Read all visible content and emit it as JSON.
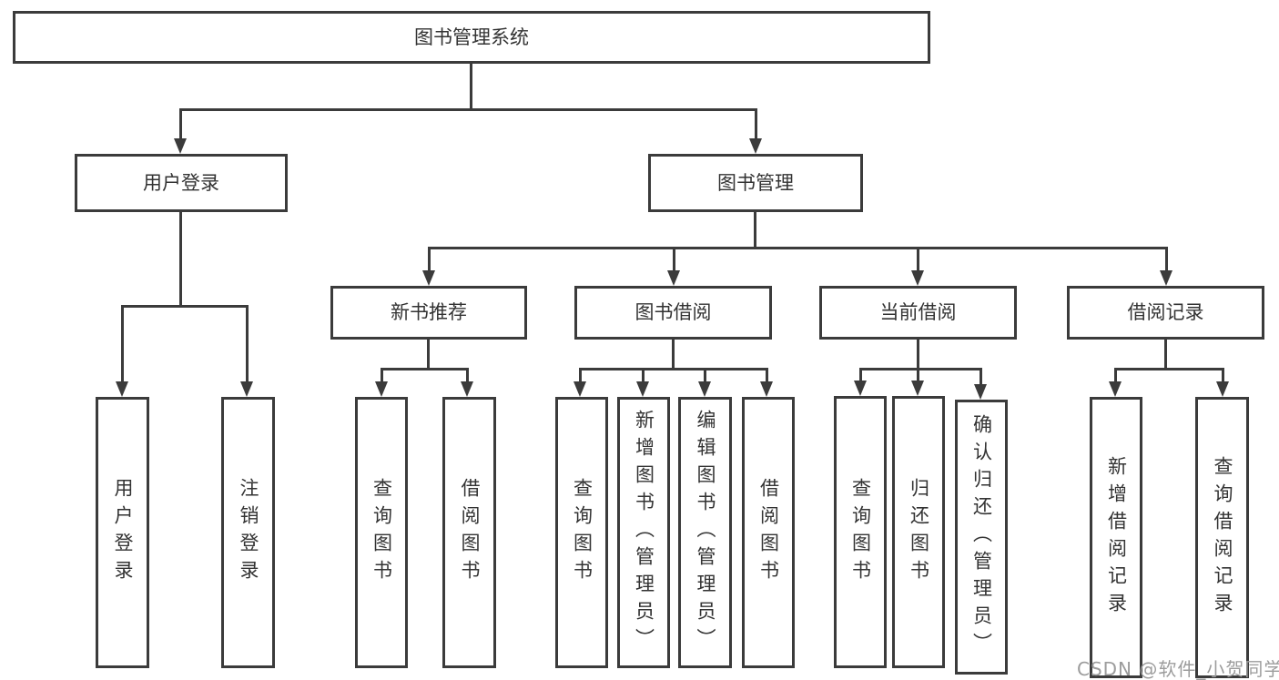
{
  "diagram_title": "图书管理系统",
  "tree": {
    "root": "图书管理系统",
    "branches": [
      {
        "label": "用户登录",
        "leaves": [
          "用户登录",
          "注销登录"
        ]
      },
      {
        "label": "图书管理",
        "groups": [
          {
            "label": "新书推荐",
            "leaves": [
              "查询图书",
              "借阅图书"
            ]
          },
          {
            "label": "图书借阅",
            "leaves": [
              "查询图书",
              "新增图书（管理员）",
              "编辑图书（管理员）",
              "借阅图书"
            ]
          },
          {
            "label": "当前借阅",
            "leaves": [
              "查询图书",
              "归还图书",
              "确认归还（管理员）"
            ]
          },
          {
            "label": "借阅记录",
            "leaves": [
              "新增借阅记录",
              "查询借阅记录"
            ]
          }
        ]
      }
    ]
  },
  "watermark": "CSDN @软件_小贺同学",
  "colors": {
    "line": "#3b3b3b",
    "text": "#333333",
    "watermark": "#9c9c9c",
    "bg": "#ffffff"
  }
}
